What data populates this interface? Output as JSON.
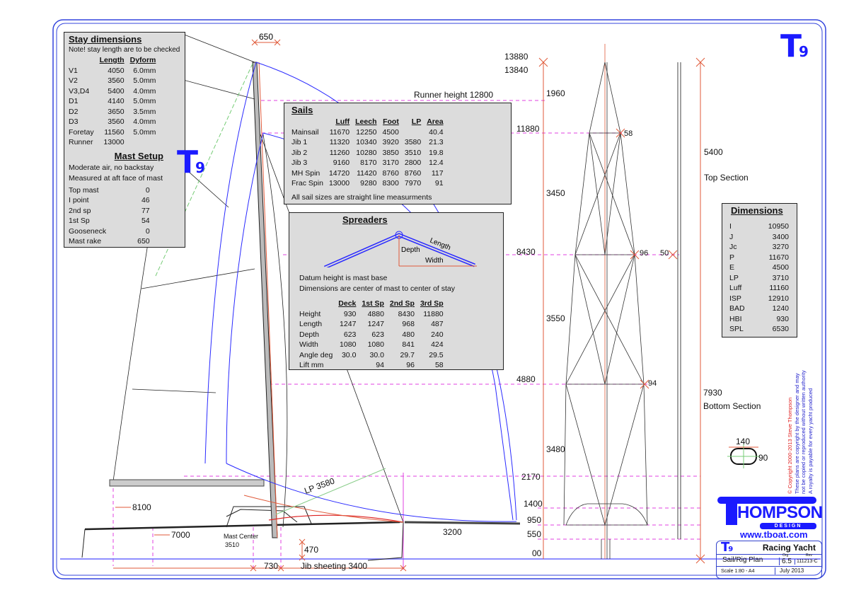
{
  "stay_dimensions": {
    "title": "Stay dimensions",
    "note": "Note!  stay length are to be checked",
    "headers": [
      "",
      "Length",
      "Dyform"
    ],
    "rows": [
      [
        "V1",
        "4050",
        "6.0mm"
      ],
      [
        "V2",
        "3560",
        "5.0mm"
      ],
      [
        "V3,D4",
        "5400",
        "4.0mm"
      ],
      [
        "D1",
        "4140",
        "5.0mm"
      ],
      [
        "D2",
        "3650",
        "3.5mm"
      ],
      [
        "D3",
        "3560",
        "4.0mm"
      ],
      [
        "Foretay",
        "11560",
        "5.0mm"
      ],
      [
        "Runner",
        "13000",
        ""
      ]
    ]
  },
  "mast_setup": {
    "title": "Mast Setup",
    "notes": [
      "Moderate air, no backstay",
      "Measured at aft face of mast"
    ],
    "rows": [
      [
        "Top mast",
        "0"
      ],
      [
        "I point",
        "46"
      ],
      [
        "2nd sp",
        "77"
      ],
      [
        "1st Sp",
        "54"
      ],
      [
        "Gooseneck",
        "0"
      ],
      [
        "Mast rake",
        "650"
      ]
    ]
  },
  "sails": {
    "title": "Sails",
    "headers": [
      "",
      "Luff",
      "Leech",
      "Foot",
      "LP",
      "Area"
    ],
    "rows": [
      [
        "Mainsail",
        "11670",
        "12250",
        "4500",
        "",
        "40.4"
      ],
      [
        "Jib 1",
        "11320",
        "10340",
        "3920",
        "3580",
        "21.3"
      ],
      [
        "Jib 2",
        "11260",
        "10280",
        "3850",
        "3510",
        "19.8"
      ],
      [
        "Jib 3",
        "9160",
        "8170",
        "3170",
        "2800",
        "12.4"
      ],
      [
        "MH Spin",
        "14720",
        "11420",
        "8760",
        "8760",
        "117"
      ],
      [
        "Frac Spin",
        "13000",
        "9280",
        "8300",
        "7970",
        "91"
      ]
    ],
    "note": "All sail sizes are straight line measurments"
  },
  "spreaders": {
    "title": "Spreaders",
    "diagram_labels": {
      "length": "Length",
      "depth": "Depth",
      "width": "Width"
    },
    "notes": [
      "Datum height is mast base",
      "Dimensions are center of mast to center of stay"
    ],
    "headers": [
      "",
      "Deck",
      "1st Sp",
      "2nd  Sp",
      "3rd Sp"
    ],
    "rows": [
      [
        "Height",
        "930",
        "4880",
        "8430",
        "11880"
      ],
      [
        "Length",
        "1247",
        "1247",
        "968",
        "487"
      ],
      [
        "Depth",
        "623",
        "623",
        "480",
        "240"
      ],
      [
        "Width",
        "1080",
        "1080",
        "841",
        "424"
      ],
      [
        "Angle deg",
        "30.0",
        "30.0",
        "29.7",
        "29.5"
      ],
      [
        "Lift mm",
        "",
        "94",
        "96",
        "58"
      ]
    ]
  },
  "dimensions": {
    "title": "Dimensions",
    "rows": [
      [
        "I",
        "10950"
      ],
      [
        "J",
        "3400"
      ],
      [
        "Jc",
        "3270"
      ],
      [
        "P",
        "11670"
      ],
      [
        "E",
        "4500"
      ],
      [
        "LP",
        "3710"
      ],
      [
        "Luff",
        "11160"
      ],
      [
        "ISP",
        "12910"
      ],
      [
        "BAD",
        "1240"
      ],
      [
        "HBI",
        "930"
      ],
      [
        "SPL",
        "6530"
      ]
    ]
  },
  "drawing_labels": {
    "rake": "650",
    "runner_height": "Runner height 12800",
    "h13880": "13880",
    "h13840": "13840",
    "d1960": "1960",
    "h11880": "11880",
    "d3450": "3450",
    "h8430": "8430",
    "d3550": "3550",
    "h4880": "4880",
    "d3480": "3480",
    "h2170": "2170",
    "h1400": "1400",
    "h950": "950",
    "h550": "550",
    "h00": "00",
    "lift58": "58",
    "lift96": "96",
    "d50": "50",
    "lift94": "94",
    "top_len": "5400",
    "top_section": "Top Section",
    "bottom_len": "7930",
    "bottom_section": "Bottom Section",
    "section_w": "140",
    "section_h": "90",
    "lp": "LP 3580",
    "d8100": "8100",
    "d7000": "7000",
    "mast_center": "Mast Center",
    "mast_center_val": "3510",
    "d470": "470",
    "d730": "730",
    "jib_sheeting": "Jib sheeting 3400",
    "d3200": "3200"
  },
  "logo": {
    "t9_letter": "T",
    "t9_num": "9",
    "company": "HOMPSON",
    "design": "DESIGN",
    "url": "www.tboat.com"
  },
  "copyright": {
    "line1": "©  Copyright 2000-2013  Steve Thompson",
    "line2": "These plans are copyright by the designer and may",
    "line3": "not be copied or reproduced without written authority",
    "line4": "A royalty is payable for every yacht produced"
  },
  "title_block": {
    "boat": "Racing Yacht",
    "sheet": "Sail/Rig Plan",
    "org_label": "Org",
    "org": "6.5",
    "rev_label": "Rev",
    "rev": "111213-C",
    "scale": "Scale   1:80 - A4",
    "date": "July 2013"
  },
  "colors": {
    "border": "#3344dd",
    "spinnaker": "#2a2aff",
    "dim": "#e05a3a",
    "datum": "#e040e0",
    "box": "#dcdcdc"
  }
}
